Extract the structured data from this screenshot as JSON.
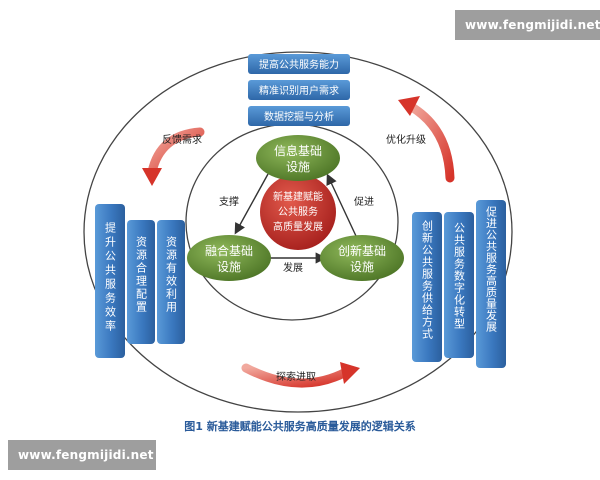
{
  "top_boxes": [
    "提高公共服务能力",
    "精准识别用户需求",
    "数据挖掘与分析"
  ],
  "left_columns": [
    "提升公共服务效率",
    "资源合理配置",
    "资源有效利用"
  ],
  "right_columns": [
    "创新公共服务供给方式",
    "公共服务数字化转型",
    "促进公共服务高质量发展"
  ],
  "arrow_labels": {
    "feedback": "反馈需求",
    "upgrade": "优化升级",
    "explore": "探索进取",
    "support": "支撑",
    "promote": "促进",
    "develop": "发展"
  },
  "nodes": {
    "info": [
      "信息基础",
      "设施"
    ],
    "fusion": [
      "融合基础",
      "设施"
    ],
    "innovation": [
      "创新基础",
      "设施"
    ]
  },
  "center": [
    "新基建赋能",
    "公共服务",
    "高质量发展"
  ],
  "caption": "图1   新基建赋能公共服务高质量发展的逻辑关系",
  "watermarks": {
    "top": "www.fengmijidi.net",
    "bottom": "www.fengmijidi.net"
  },
  "colors": {
    "box_blue": "#3d7ec4",
    "node_green": "#5f8a2f",
    "center_red": "#c0302c",
    "arrow_red": "#d6342a",
    "ring": "#444444"
  }
}
